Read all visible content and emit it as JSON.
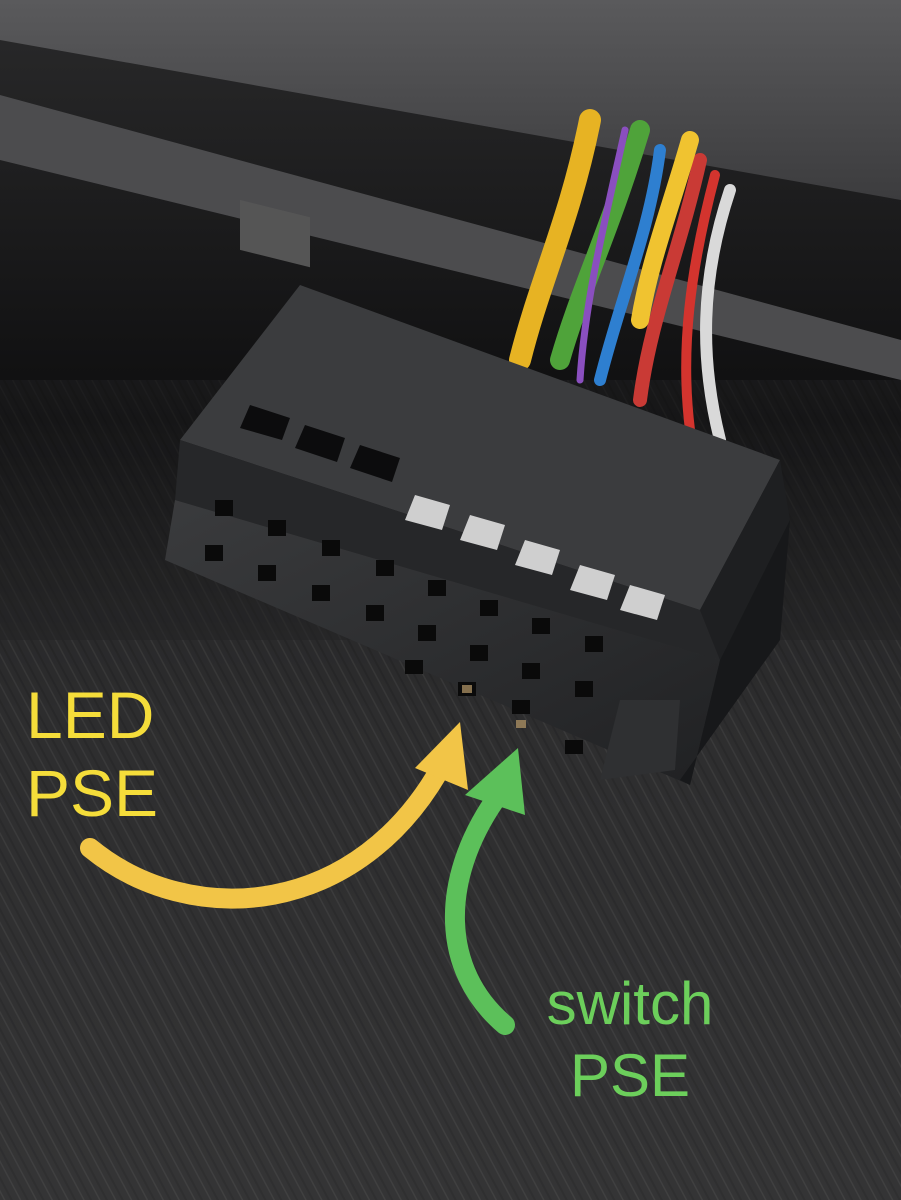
{
  "colors": {
    "led_accent": "#f5dd3a",
    "led_arrow": "#f2c547",
    "switch_accent": "#6ccf5b",
    "switch_arrow": "#5cc05a",
    "background": "#1a1a1b",
    "connector": "#2c2d2f"
  },
  "annotations": {
    "led": {
      "line1": "LED",
      "line2": "PSE"
    },
    "switch": {
      "line1": "switch",
      "line2": "PSE"
    }
  }
}
